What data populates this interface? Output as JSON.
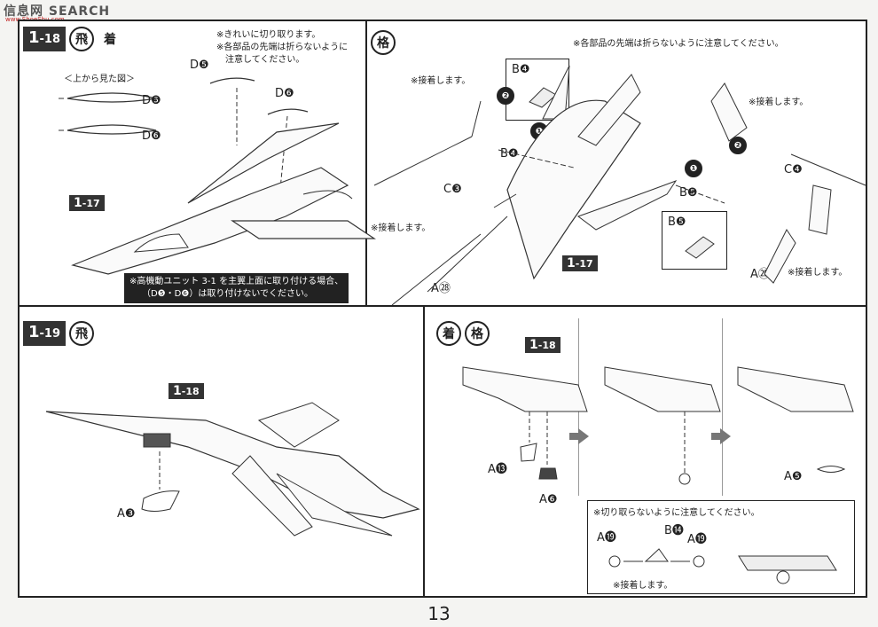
{
  "watermark": {
    "brand_a": "信息网",
    "brand_b": "SEARCH",
    "url": "www.ShoeShu.com"
  },
  "step18": {
    "num_main": "1",
    "num_sub": "-18",
    "mode_a": "飛",
    "mode_b": "着",
    "note1": "※きれいに切り取ります。",
    "note2": "※各部品の先端は折らないように",
    "note3": "注意してください。",
    "top_view": "＜上から見た図＞",
    "parts": {
      "d5": "D❺",
      "d6": "D❻"
    },
    "ref_main": "1",
    "ref_sub": "-17",
    "warn1": "※高機動ユニット 3-1 を主翼上面に取り付ける場合、",
    "warn2": "（D❺・D❻）は取り付けないでください。"
  },
  "combat": {
    "mode": "格",
    "note_tips": "※各部品の先端は折らないように注意してください。",
    "glue": "※接着します。",
    "parts": {
      "b4": "B❹",
      "b5": "B❺",
      "c4": "C❹",
      "c3": "C❸",
      "a28": "A㉘",
      "a29": "A㉙"
    },
    "m1": "❶",
    "m2": "❷"
  },
  "step19": {
    "num_main": "1",
    "num_sub": "-19",
    "mode": "飛",
    "ref_main": "1",
    "ref_sub": "-18",
    "parts": {
      "a3": "A❸"
    }
  },
  "step20": {
    "mode_a": "着",
    "mode_b": "格",
    "note_cut": "※切り取らないように注意してください。",
    "parts": {
      "a13": "A⓭",
      "a6": "A❻",
      "a5": "A❺",
      "a19": "A⓳",
      "b14": "B⓮"
    }
  },
  "page": {
    "number": "13"
  }
}
